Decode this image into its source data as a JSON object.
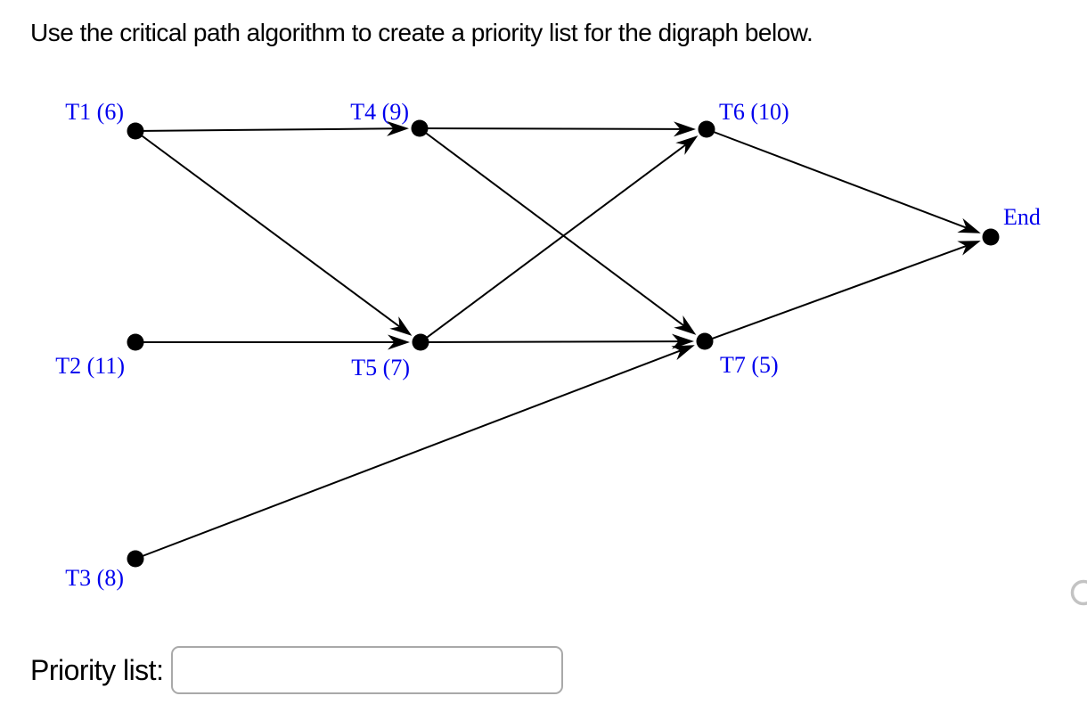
{
  "page": {
    "title": "Use the critical path algorithm to create a priority list for the digraph below."
  },
  "graph": {
    "label_color": "#0000EE",
    "node_color": "#000000",
    "edge_color": "#000000",
    "nodes": [
      {
        "id": "T1",
        "label": "T1 (6)"
      },
      {
        "id": "T2",
        "label": "T2 (11)"
      },
      {
        "id": "T3",
        "label": "T3 (8)"
      },
      {
        "id": "T4",
        "label": "T4 (9)"
      },
      {
        "id": "T5",
        "label": "T5 (7)"
      },
      {
        "id": "T6",
        "label": "T6 (10)"
      },
      {
        "id": "T7",
        "label": "T7 (5)"
      },
      {
        "id": "End",
        "label": "End"
      }
    ],
    "tasks": [
      {
        "id": "T1",
        "duration": 6
      },
      {
        "id": "T2",
        "duration": 11
      },
      {
        "id": "T3",
        "duration": 8
      },
      {
        "id": "T4",
        "duration": 9
      },
      {
        "id": "T5",
        "duration": 7
      },
      {
        "id": "T6",
        "duration": 10
      },
      {
        "id": "T7",
        "duration": 5
      }
    ],
    "edges": [
      {
        "from": "T1",
        "to": "T4"
      },
      {
        "from": "T1",
        "to": "T5"
      },
      {
        "from": "T2",
        "to": "T5"
      },
      {
        "from": "T3",
        "to": "T7"
      },
      {
        "from": "T4",
        "to": "T6"
      },
      {
        "from": "T4",
        "to": "T7"
      },
      {
        "from": "T5",
        "to": "T6"
      },
      {
        "from": "T5",
        "to": "T7"
      },
      {
        "from": "T6",
        "to": "End"
      },
      {
        "from": "T7",
        "to": "End"
      }
    ]
  },
  "decoration": {
    "partial_circle_color": "#C3C3C3"
  },
  "form": {
    "label": "Priority list:",
    "input_value": ""
  }
}
